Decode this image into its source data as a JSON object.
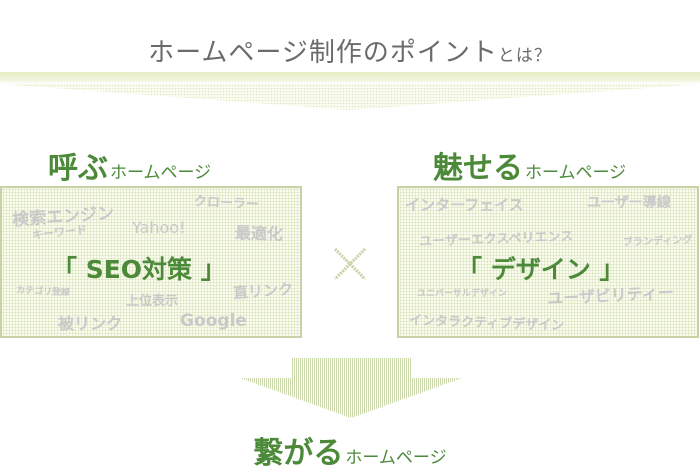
{
  "header": {
    "title_main": "ホームページ制作のポイント",
    "title_suffix": "とは？"
  },
  "left": {
    "title_big": "呼ぶ",
    "title_small": "ホームページ",
    "main_keyword": "「 SEO対策 」",
    "keywords": [
      "検索エンジン",
      "クローラー",
      "キーワード",
      "Yahoo!",
      "最適化",
      "カテゴリ登録",
      "上位表示",
      "直リンク",
      "被リンク",
      "Google"
    ]
  },
  "right": {
    "title_big": "魅せる",
    "title_small": "ホームページ",
    "main_keyword": "「 デザイン 」",
    "keywords": [
      "インターフェイス",
      "ユーザー導線",
      "ユーザーエクスペリエンス",
      "ブランディング",
      "ユニバーサルデザイン",
      "ユーザビリティー",
      "インタラクティブデザイン"
    ]
  },
  "connector": {
    "symbol": "×"
  },
  "result": {
    "title_big": "繋がる",
    "title_small": "ホームページ"
  },
  "colors": {
    "accent_green": "#4c8a3a",
    "box_border": "#c7d3a6",
    "keyword_gray": "#c9c9c9",
    "header_text": "#6b6b6b"
  }
}
